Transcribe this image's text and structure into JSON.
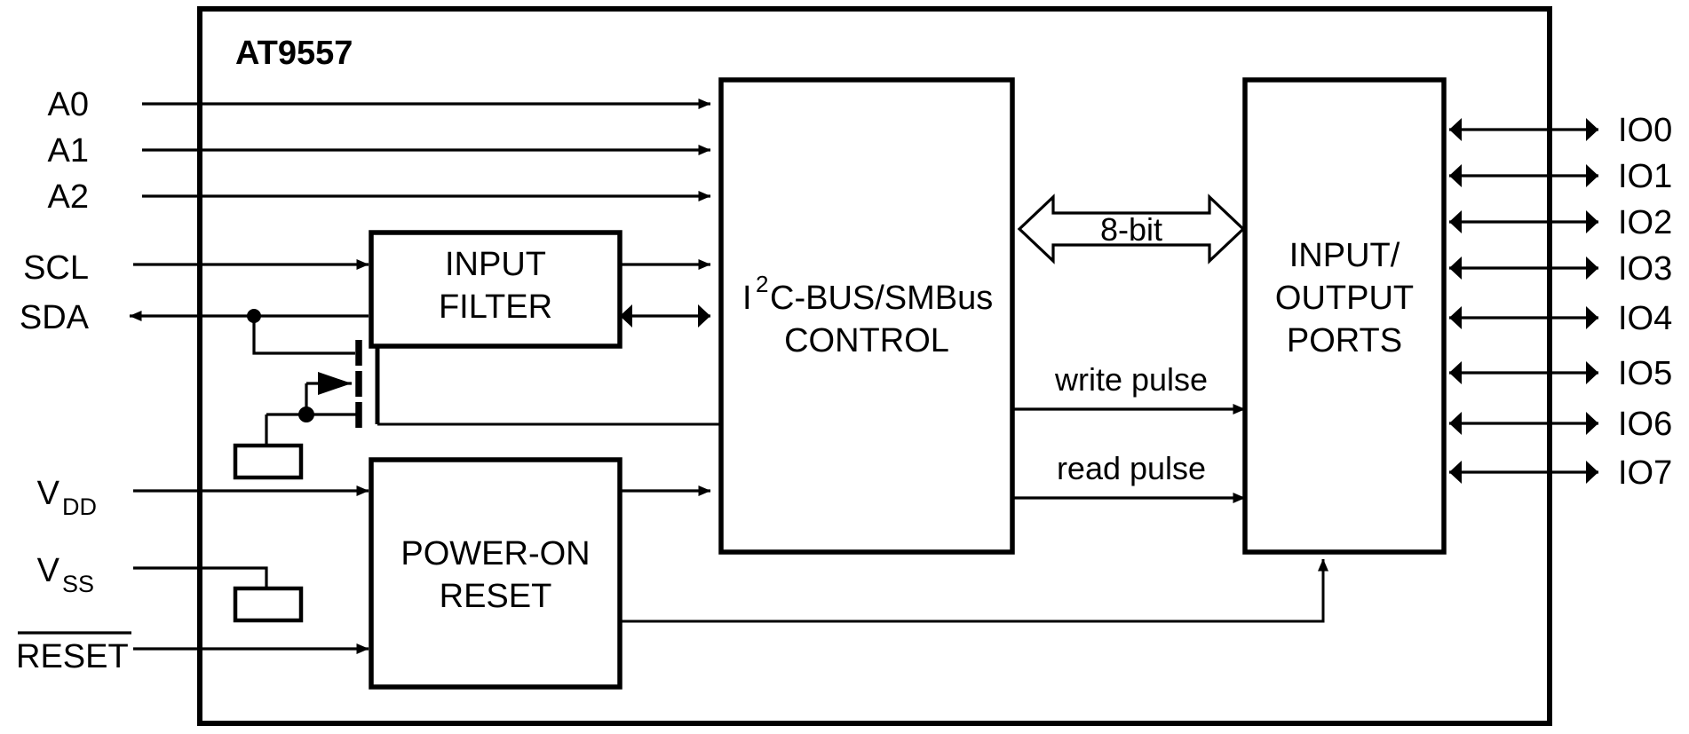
{
  "diagram": {
    "type": "block-diagram",
    "title": "AT9557",
    "device_outline_label": "AT9557",
    "left_pins": [
      {
        "id": "a0",
        "label": "A0",
        "direction": "in"
      },
      {
        "id": "a1",
        "label": "A1",
        "direction": "in"
      },
      {
        "id": "a2",
        "label": "A2",
        "direction": "in"
      },
      {
        "id": "scl",
        "label": "SCL",
        "direction": "in"
      },
      {
        "id": "sda",
        "label": "SDA",
        "direction": "bidirectional"
      },
      {
        "id": "vdd",
        "label": "V",
        "subscript": "DD",
        "direction": "in"
      },
      {
        "id": "vss",
        "label": "V",
        "subscript": "SS",
        "direction": "in"
      },
      {
        "id": "reset",
        "label": "RESET",
        "overline": true,
        "direction": "in"
      }
    ],
    "right_pins": [
      {
        "id": "io0",
        "label": "IO0",
        "direction": "bidirectional"
      },
      {
        "id": "io1",
        "label": "IO1",
        "direction": "bidirectional"
      },
      {
        "id": "io2",
        "label": "IO2",
        "direction": "bidirectional"
      },
      {
        "id": "io3",
        "label": "IO3",
        "direction": "bidirectional"
      },
      {
        "id": "io4",
        "label": "IO4",
        "direction": "bidirectional"
      },
      {
        "id": "io5",
        "label": "IO5",
        "direction": "bidirectional"
      },
      {
        "id": "io6",
        "label": "IO6",
        "direction": "bidirectional"
      },
      {
        "id": "io7",
        "label": "IO7",
        "direction": "bidirectional"
      }
    ],
    "blocks": [
      {
        "id": "input-filter",
        "lines": [
          "INPUT",
          "FILTER"
        ]
      },
      {
        "id": "i2c-control",
        "lines": [
          "I2C-BUS/SMBus",
          "CONTROL"
        ],
        "line1_pre": "I",
        "line1_sup": "2",
        "line1_post": "C-BUS/SMBus",
        "line2": "CONTROL"
      },
      {
        "id": "io-ports",
        "lines": [
          "INPUT/",
          "OUTPUT",
          "PORTS"
        ]
      },
      {
        "id": "power-on-reset",
        "lines": [
          "POWER-ON",
          "RESET"
        ]
      }
    ],
    "bus_labels": [
      {
        "id": "data-bus",
        "label": "8-bit",
        "style": "hollow-bidirectional"
      }
    ],
    "signal_labels": [
      {
        "id": "write-pulse",
        "label": "write pulse"
      },
      {
        "id": "read-pulse",
        "label": "read pulse"
      }
    ],
    "colors": {
      "line": "#000000",
      "background": "#ffffff",
      "text": "#000000"
    }
  }
}
